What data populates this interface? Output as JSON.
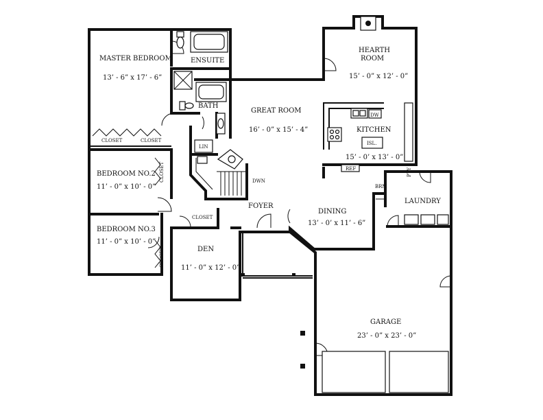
{
  "rooms": {
    "master_bedroom": {
      "name": "MASTER BEDROOM",
      "size": "13’ - 6” x 17’ - 6”"
    },
    "ensuite": {
      "name": "ENSUITE"
    },
    "bath": {
      "name": "BATH"
    },
    "great_room": {
      "name": "GREAT ROOM",
      "size": "16’ - 0” x 15’ - 4”"
    },
    "hearth_room": {
      "name_line1": "HEARTH",
      "name_line2": "ROOM",
      "size": "15’ - 0” x 12’ - 0”"
    },
    "kitchen": {
      "name": "KITCHEN",
      "size": "15’ - 0’ x 13’ - 0”"
    },
    "bedroom2": {
      "name": "BEDROOM NO.2",
      "size": "11’ - 0” x 10’ - 0”"
    },
    "bedroom3": {
      "name": "BEDROOM NO.3",
      "size": "11’ - 0” x 10’ - 0”"
    },
    "foyer": {
      "name": "FOYER"
    },
    "dining": {
      "name": "DINING",
      "size": "13’ - 0’ x 11’ - 6”"
    },
    "den": {
      "name": "DEN",
      "size": "11’ - 0” x 12’ - 0”"
    },
    "laundry": {
      "name": "LAUNDRY"
    },
    "garage": {
      "name": "GARAGE",
      "size": "23’ - 0” x 23’ - 0”"
    }
  },
  "labels": {
    "closet": "CLOSET",
    "lin": "LIN",
    "dwn": "DWN",
    "dw": "DW",
    "isl": "ISL.",
    "ref": "REF",
    "pty": "PTY",
    "brm": "BRM"
  }
}
